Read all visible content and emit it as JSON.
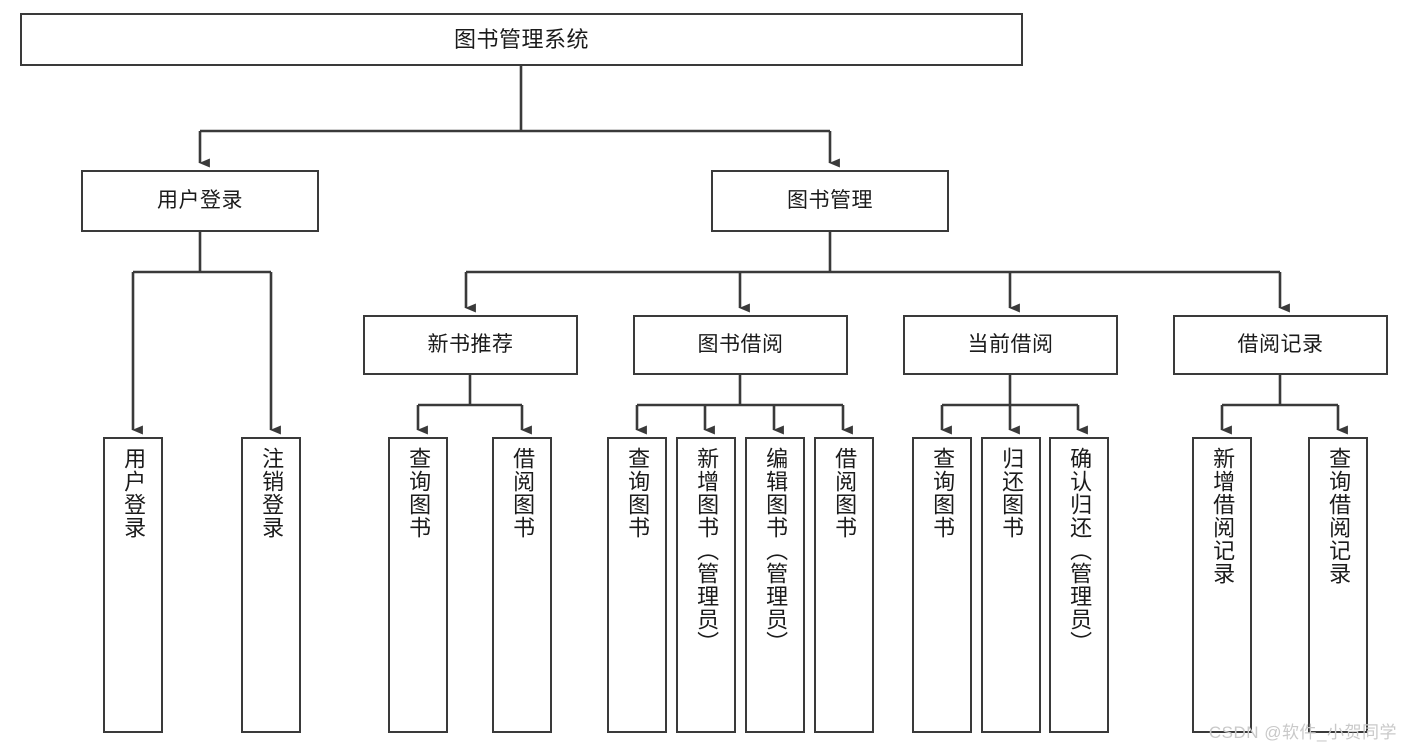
{
  "diagram": {
    "type": "tree",
    "title": "图书管理系统",
    "orientation": "top-down",
    "colors": {
      "box_border": "#3a3a3a",
      "box_fill": "#ffffff",
      "edge": "#3a3a3a",
      "text": "#1b1b1b",
      "watermark": "#c9c9c9",
      "background": "#ffffff"
    }
  },
  "root": {
    "id": "root",
    "label": "图书管理系统"
  },
  "level2": [
    {
      "id": "user-login",
      "label": "用户登录"
    },
    {
      "id": "book-manage",
      "label": "图书管理"
    }
  ],
  "level3": [
    {
      "id": "new-book-rec",
      "label": "新书推荐"
    },
    {
      "id": "book-borrow",
      "label": "图书借阅"
    },
    {
      "id": "current-borrow",
      "label": "当前借阅"
    },
    {
      "id": "borrow-record",
      "label": "借阅记录"
    }
  ],
  "leaves": {
    "user_login": [
      {
        "id": "leaf-user-login",
        "label": "用户登录"
      },
      {
        "id": "leaf-user-logout",
        "label": "注销登录"
      }
    ],
    "new_book_rec": [
      {
        "id": "leaf-query-book-1",
        "label": "查询图书"
      },
      {
        "id": "leaf-borrow-book-1",
        "label": "借阅图书"
      }
    ],
    "book_borrow": [
      {
        "id": "leaf-query-book-2",
        "label": "查询图书"
      },
      {
        "id": "leaf-add-book",
        "label": "新增图书（管理员）"
      },
      {
        "id": "leaf-edit-book",
        "label": "编辑图书（管理员）"
      },
      {
        "id": "leaf-borrow-book-2",
        "label": "借阅图书"
      }
    ],
    "current_borrow": [
      {
        "id": "leaf-query-book-3",
        "label": "查询图书"
      },
      {
        "id": "leaf-return-book",
        "label": "归还图书"
      },
      {
        "id": "leaf-confirm-return",
        "label": "确认归还（管理员）"
      }
    ],
    "borrow_record": [
      {
        "id": "leaf-add-record",
        "label": "新增借阅记录"
      },
      {
        "id": "leaf-query-record",
        "label": "查询借阅记录"
      }
    ]
  },
  "watermark": {
    "text": "CSDN @软件_小贺同学"
  }
}
